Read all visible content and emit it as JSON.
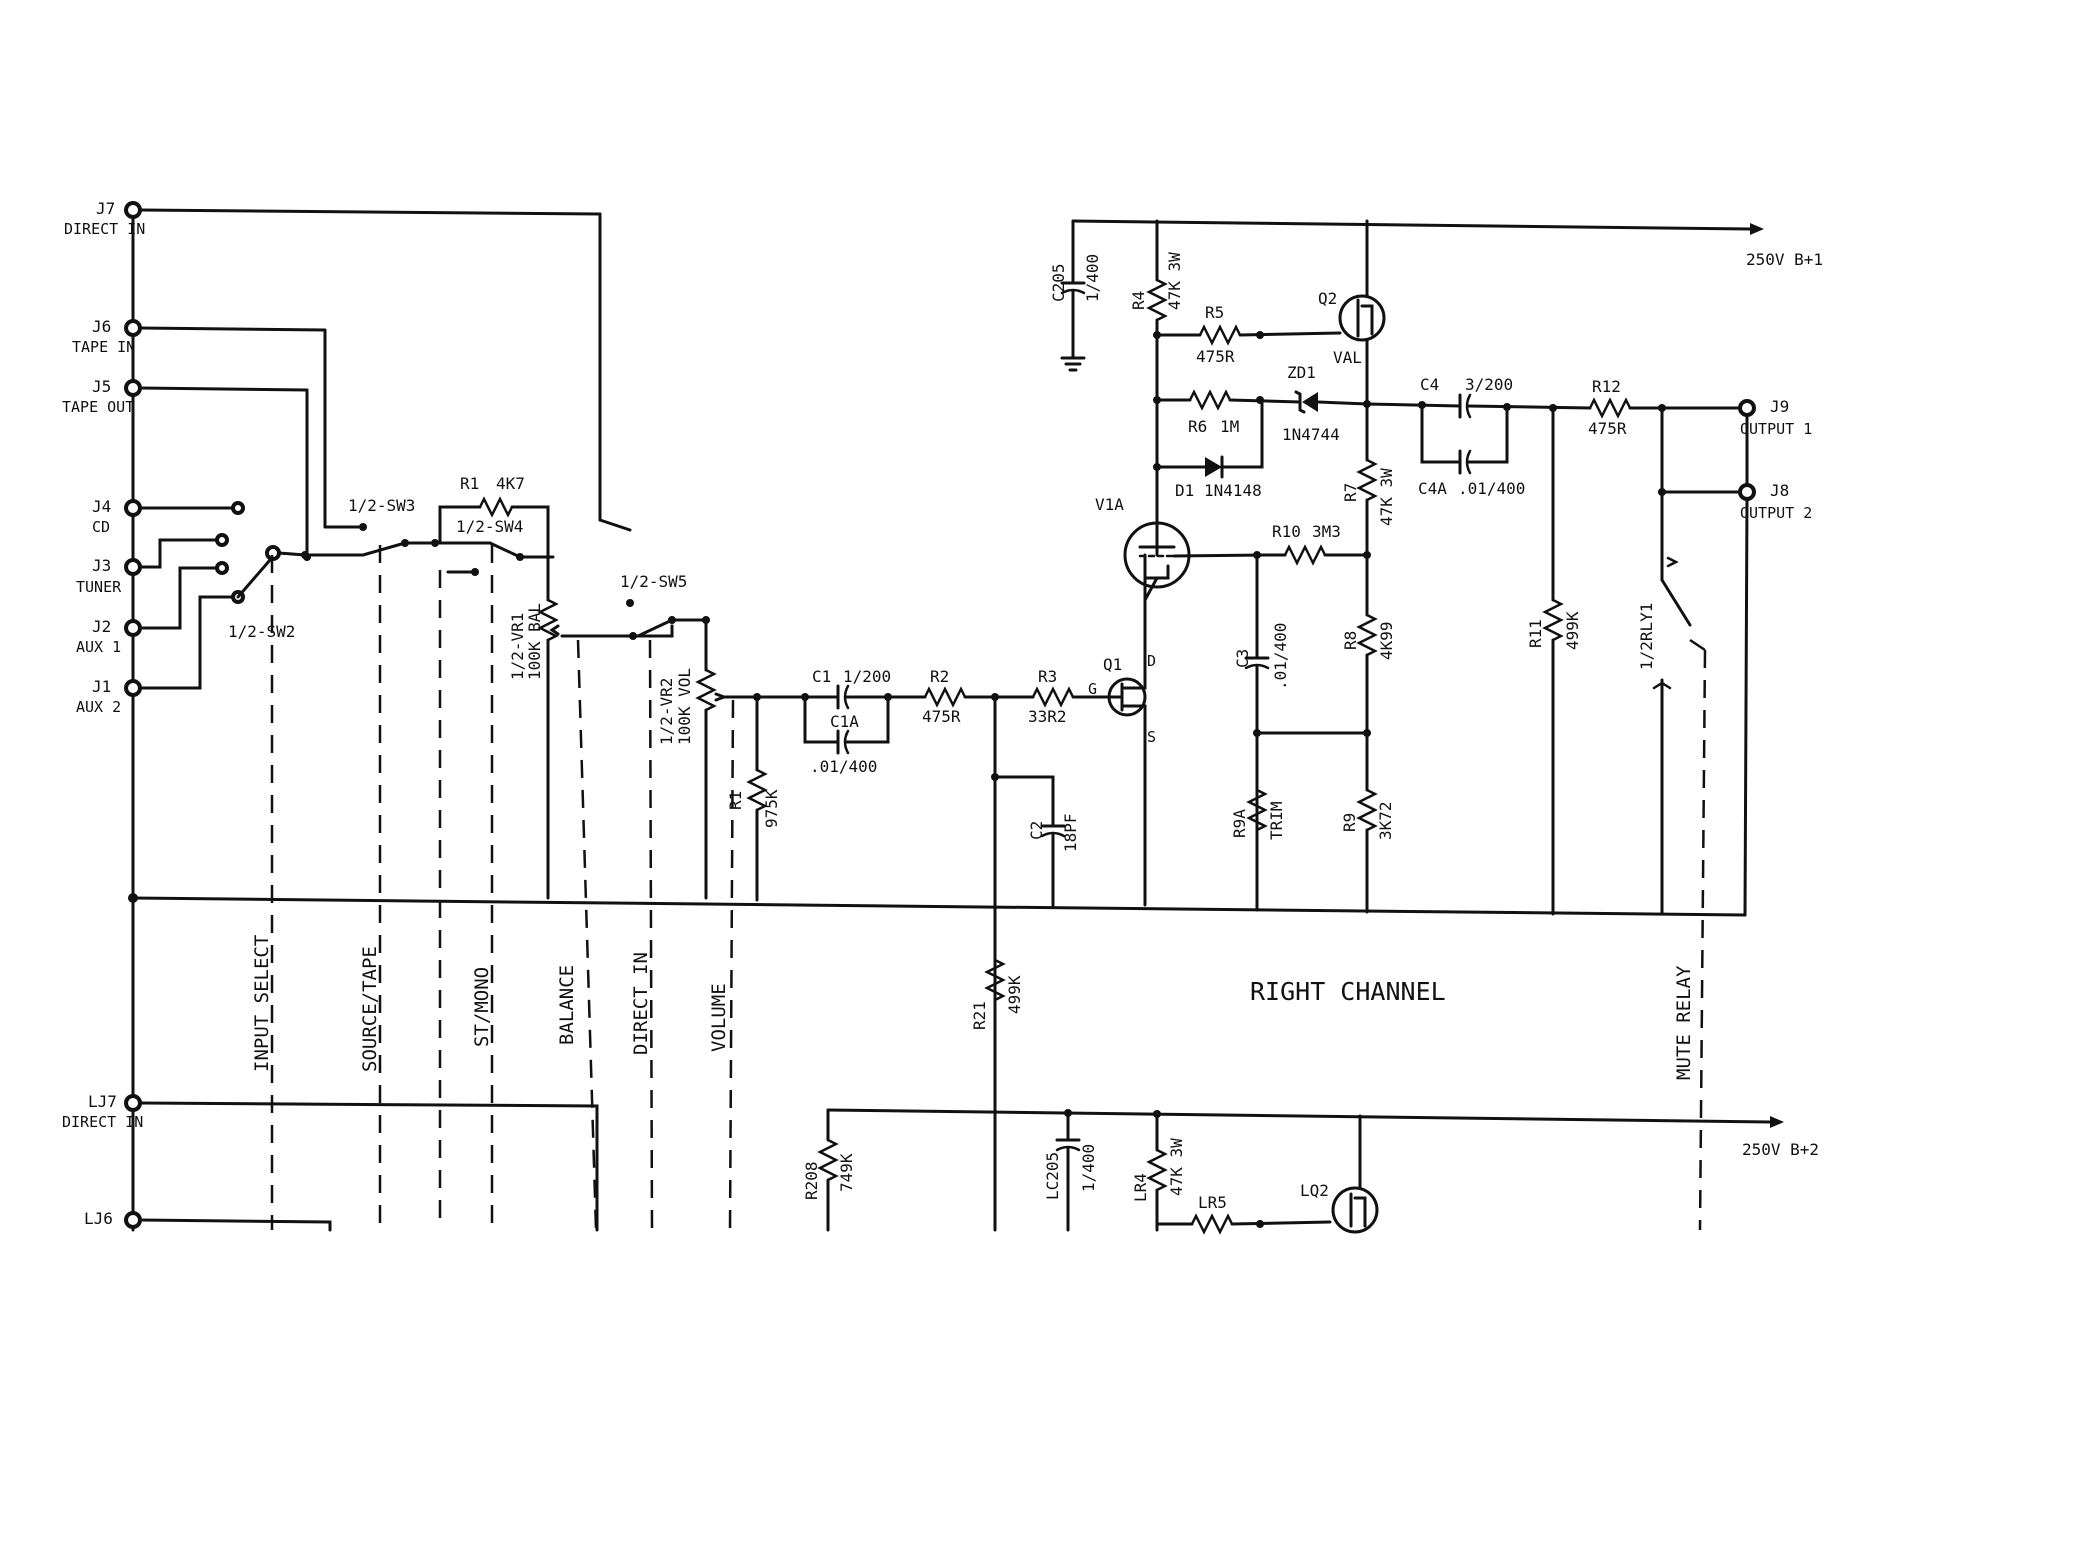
{
  "jacks": [
    {
      "id": "J7",
      "name": "DIRECT IN"
    },
    {
      "id": "J6",
      "name": "TAPE IN"
    },
    {
      "id": "J5",
      "name": "TAPE OUT"
    },
    {
      "id": "J4",
      "name": "CD"
    },
    {
      "id": "J3",
      "name": "TUNER"
    },
    {
      "id": "J2",
      "name": "AUX 1"
    },
    {
      "id": "J1",
      "name": "AUX 2"
    },
    {
      "id": "LJ7",
      "name": "DIRECT IN"
    },
    {
      "id": "LJ6",
      "name": ""
    }
  ],
  "outputs": [
    {
      "id": "J9",
      "name": "OUTPUT 1"
    },
    {
      "id": "J8",
      "name": "OUTPUT 2"
    }
  ],
  "switches": {
    "sw2": "1/2-SW2",
    "sw3": "1/2-SW3",
    "sw4": "1/2-SW4",
    "sw5": "1/2-SW5",
    "relay": "1/2RLY1"
  },
  "pots": {
    "vr1": {
      "ref": "1/2-VR1",
      "value": "100K BAL"
    },
    "vr2": {
      "ref": "1/2-VR2",
      "value": "100K VOL"
    }
  },
  "components": {
    "r11_top": {
      "ref": "R1",
      "value": "4K7"
    },
    "r1": {
      "ref": "R1",
      "value": "975K"
    },
    "c1": {
      "ref": "C1",
      "value": "1/200"
    },
    "c1a": {
      "ref": "C1A",
      "value": ".01/400"
    },
    "r2": {
      "ref": "R2",
      "value": "475R"
    },
    "r3": {
      "ref": "R3",
      "value": "33R2"
    },
    "c2": {
      "ref": "C2",
      "value": "18PF"
    },
    "q1": {
      "ref": "Q1",
      "d": "D",
      "g": "G",
      "s": "S"
    },
    "c205": {
      "ref": "C205",
      "value": "1/400"
    },
    "r4": {
      "ref": "R4",
      "value": "47K 3W"
    },
    "r5": {
      "ref": "R5",
      "value": "475R"
    },
    "q2": {
      "ref": "Q2",
      "value": "VAL"
    },
    "zd1": {
      "ref": "ZD1",
      "value": "1N4744"
    },
    "r6": {
      "ref": "R6",
      "value": "1M"
    },
    "d1": {
      "ref": "D1",
      "value": "1N4148"
    },
    "v1a": {
      "ref": "V1A"
    },
    "r10": {
      "ref": "R10",
      "value": "3M3"
    },
    "c3": {
      "ref": "C3",
      "value": ".01/400"
    },
    "r7": {
      "ref": "R7",
      "value": "47K 3W"
    },
    "r8": {
      "ref": "R8",
      "value": "4K99"
    },
    "r9a": {
      "ref": "R9A",
      "value": "TRIM"
    },
    "r9": {
      "ref": "R9",
      "value": "3K72"
    },
    "c4": {
      "ref": "C4",
      "value": "3/200"
    },
    "c4a": {
      "ref": "C4A",
      "value": ".01/400"
    },
    "r12": {
      "ref": "R12",
      "value": "475R"
    },
    "r11": {
      "ref": "R11",
      "value": "499K"
    },
    "r211": {
      "ref": "R21",
      "value": "499K"
    },
    "r208": {
      "ref": "R208",
      "value": "749K"
    },
    "lc205": {
      "ref": "LC205",
      "value": "1/400"
    },
    "lr4": {
      "ref": "LR4",
      "value": "47K 3W"
    },
    "lr5": {
      "ref": "LR5"
    },
    "lq2": {
      "ref": "LQ2"
    }
  },
  "rails": {
    "b1": "250V B+1",
    "b2": "250V B+2"
  },
  "controls": {
    "input_select": "INPUT SELECT",
    "source_tape": "SOURCE/TAPE",
    "st_mono": "ST/MONO",
    "balance": "BALANCE",
    "direct_in": "DIRECT IN",
    "volume": "VOLUME",
    "mute_relay": "MUTE RELAY"
  },
  "channel_label": "RIGHT CHANNEL"
}
